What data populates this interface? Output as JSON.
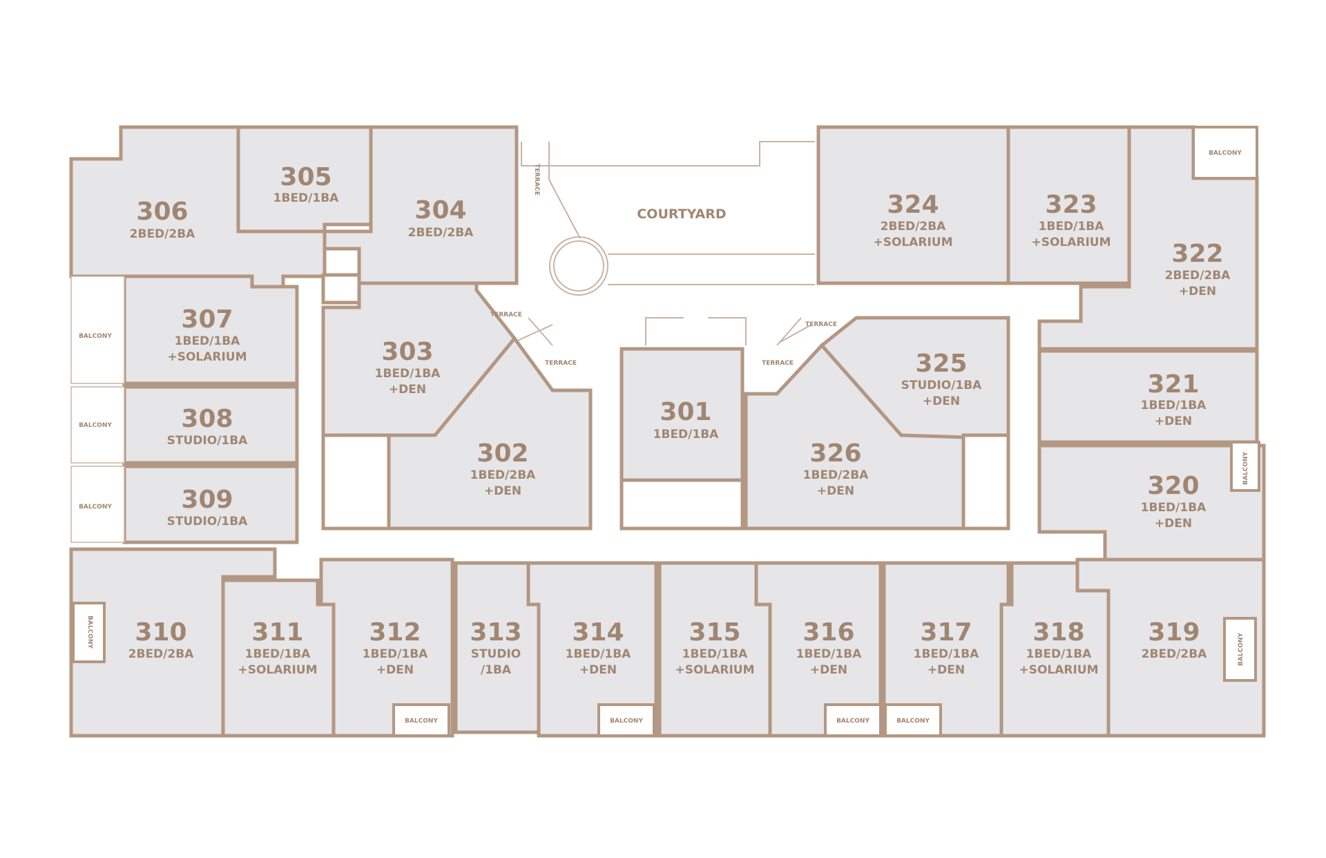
{
  "labels": {
    "courtyard": "COURTYARD",
    "terrace": "TERRACE",
    "balcony": "BALCONY"
  },
  "colors": {
    "unit_fill": "#e6e6e8",
    "wall": "#b39782",
    "text": "#a08672"
  },
  "units": [
    {
      "id": "u306",
      "number": "306",
      "type": [
        "2BED/2BA"
      ]
    },
    {
      "id": "u305",
      "number": "305",
      "type": [
        "1BED/1BA"
      ]
    },
    {
      "id": "u304",
      "number": "304",
      "type": [
        "2BED/2BA"
      ]
    },
    {
      "id": "u307",
      "number": "307",
      "type": [
        "1BED/1BA",
        "+SOLARIUM"
      ]
    },
    {
      "id": "u308",
      "number": "308",
      "type": [
        "STUDIO/1BA"
      ]
    },
    {
      "id": "u309",
      "number": "309",
      "type": [
        "STUDIO/1BA"
      ]
    },
    {
      "id": "u303",
      "number": "303",
      "type": [
        "1BED/1BA",
        "+DEN"
      ]
    },
    {
      "id": "u302",
      "number": "302",
      "type": [
        "1BED/2BA",
        "+DEN"
      ]
    },
    {
      "id": "u301",
      "number": "301",
      "type": [
        "1BED/1BA"
      ]
    },
    {
      "id": "u326",
      "number": "326",
      "type": [
        "1BED/2BA",
        "+DEN"
      ]
    },
    {
      "id": "u325",
      "number": "325",
      "type": [
        "STUDIO/1BA",
        "+DEN"
      ]
    },
    {
      "id": "u324",
      "number": "324",
      "type": [
        "2BED/2BA",
        "+SOLARIUM"
      ]
    },
    {
      "id": "u323",
      "number": "323",
      "type": [
        "1BED/1BA",
        "+SOLARIUM"
      ]
    },
    {
      "id": "u322",
      "number": "322",
      "type": [
        "2BED/2BA",
        "+DEN"
      ]
    },
    {
      "id": "u321",
      "number": "321",
      "type": [
        "1BED/1BA",
        "+DEN"
      ]
    },
    {
      "id": "u320",
      "number": "320",
      "type": [
        "1BED/1BA",
        "+DEN"
      ]
    },
    {
      "id": "u310",
      "number": "310",
      "type": [
        "2BED/2BA"
      ]
    },
    {
      "id": "u311",
      "number": "311",
      "type": [
        "1BED/1BA",
        "+SOLARIUM"
      ]
    },
    {
      "id": "u312",
      "number": "312",
      "type": [
        "1BED/1BA",
        "+DEN"
      ]
    },
    {
      "id": "u313",
      "number": "313",
      "type": [
        "STUDIO",
        "/1BA"
      ]
    },
    {
      "id": "u314",
      "number": "314",
      "type": [
        "1BED/1BA",
        "+DEN"
      ]
    },
    {
      "id": "u315",
      "number": "315",
      "type": [
        "1BED/1BA",
        "+SOLARIUM"
      ]
    },
    {
      "id": "u316",
      "number": "316",
      "type": [
        "1BED/1BA",
        "+DEN"
      ]
    },
    {
      "id": "u317",
      "number": "317",
      "type": [
        "1BED/1BA",
        "+DEN"
      ]
    },
    {
      "id": "u318",
      "number": "318",
      "type": [
        "1BED/1BA",
        "+SOLARIUM"
      ]
    },
    {
      "id": "u319",
      "number": "319",
      "type": [
        "2BED/2BA"
      ]
    }
  ]
}
